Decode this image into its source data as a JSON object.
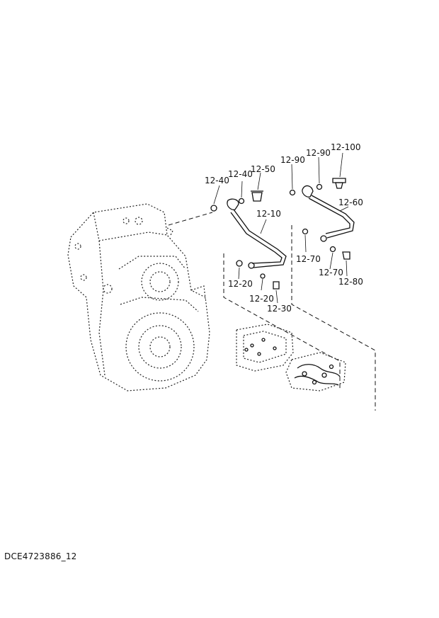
{
  "diagram": {
    "callouts": [
      {
        "id": "c1",
        "text": "12-40"
      },
      {
        "id": "c2",
        "text": "12-40"
      },
      {
        "id": "c3",
        "text": "12-50"
      },
      {
        "id": "c4",
        "text": "12-90"
      },
      {
        "id": "c5",
        "text": "12-90"
      },
      {
        "id": "c6",
        "text": "12-100"
      },
      {
        "id": "c7",
        "text": "12-10"
      },
      {
        "id": "c8",
        "text": "12-60"
      },
      {
        "id": "c9",
        "text": "12-70"
      },
      {
        "id": "c10",
        "text": "12-70"
      },
      {
        "id": "c11",
        "text": "12-80"
      },
      {
        "id": "c12",
        "text": "12-20"
      },
      {
        "id": "c13",
        "text": "12-20"
      },
      {
        "id": "c14",
        "text": "12-30"
      }
    ],
    "document_id": "DCE4723886_12"
  }
}
